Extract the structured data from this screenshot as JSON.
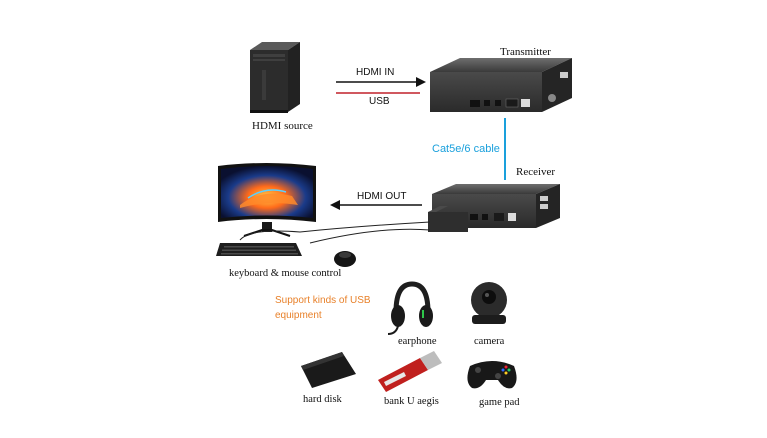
{
  "labels": {
    "transmitter": "Transmitter",
    "receiver": "Receiver",
    "hdmi_source": "HDMI source",
    "hdmi_in": "HDMI IN",
    "usb": "USB",
    "cable": "Cat5e/6 cable",
    "hdmi_out": "HDMI OUT",
    "kb_mouse": "keyboard & mouse control",
    "support_line1": "Support kinds of USB",
    "support_line2": "equipment",
    "earphone": "earphone",
    "camera": "camera",
    "hard_disk": "hard disk",
    "bank_u_aegis": "bank U aegis",
    "game_pad": "game pad"
  },
  "colors": {
    "usb_line": "#c0202a",
    "cable_line": "#1aa0dc",
    "support_text": "#e8812a"
  }
}
